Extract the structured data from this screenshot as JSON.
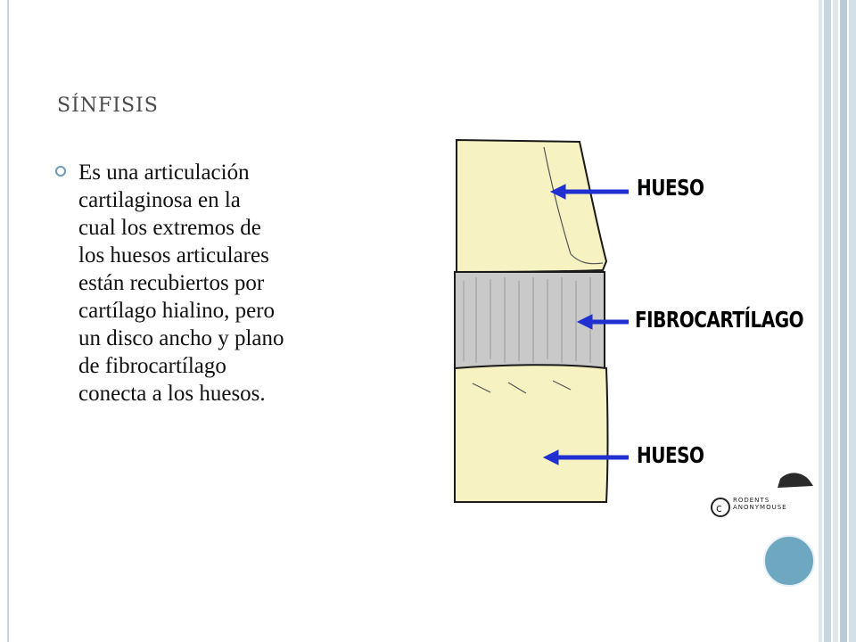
{
  "slide": {
    "title": "SÍNFISIS",
    "bullet": "Es una articulación\ncartilaginosa  en la\ncual los extremos de\nlos huesos articulares\nestán recubiertos por\ncartílago hialino, pero\nun disco ancho y plano\nde fibrocartílago\nconecta a los huesos."
  },
  "figure": {
    "labels": {
      "upper_bone": "HUESO",
      "cartilage": "FIBROCARTÍLAGO",
      "lower_bone": "HUESO"
    },
    "credit": "RODENTS ANONYMOUSE"
  },
  "colors": {
    "accent": "#6ea8c0",
    "bone": "#f6f2c2",
    "cartilage": "#c8c8c8",
    "arrow": "#1f2fd0"
  }
}
